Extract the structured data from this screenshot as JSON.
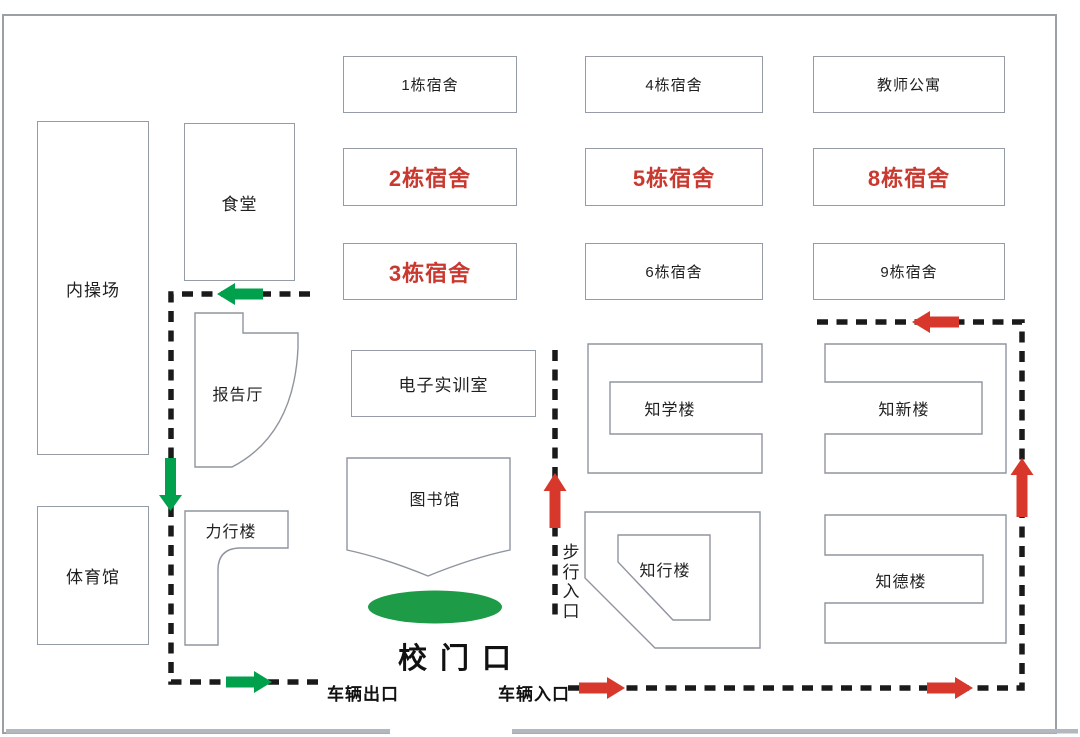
{
  "colors": {
    "exit-green": "#00a04c",
    "entry-red": "#d8382c",
    "dorm-red": "#c9392f",
    "gate-green": "#1e9b47",
    "route-black": "#1a1a1a"
  },
  "buildings": {
    "dorm1": {
      "label": "1栋宿舍"
    },
    "dorm2": {
      "label": "2栋宿舍"
    },
    "dorm3": {
      "label": "3栋宿舍"
    },
    "dorm4": {
      "label": "4栋宿舍"
    },
    "dorm5": {
      "label": "5栋宿舍"
    },
    "dorm6": {
      "label": "6栋宿舍"
    },
    "dorm8": {
      "label": "8栋宿舍"
    },
    "dorm9": {
      "label": "9栋宿舍"
    },
    "teacher_apartment": {
      "label": "教师公寓"
    },
    "inner_playground": {
      "label": "内操场"
    },
    "canteen": {
      "label": "食堂"
    },
    "lecture_hall": {
      "label": "报告厅"
    },
    "gym": {
      "label": "体育馆"
    },
    "lixing_building": {
      "label": "力行楼"
    },
    "electronics_training_room": {
      "label": "电子实训室"
    },
    "library": {
      "label": "图书馆"
    },
    "zhixue_building": {
      "label": "知学楼"
    },
    "zhixin_building": {
      "label": "知新楼"
    },
    "zhixing_building": {
      "label": "知行楼"
    },
    "zhide_building": {
      "label": "知德楼"
    }
  },
  "labels": {
    "school_gate": "校门口",
    "vehicle_exit": "车辆出口",
    "vehicle_entry": "车辆入口",
    "pedestrian_entry": "步行入口"
  }
}
